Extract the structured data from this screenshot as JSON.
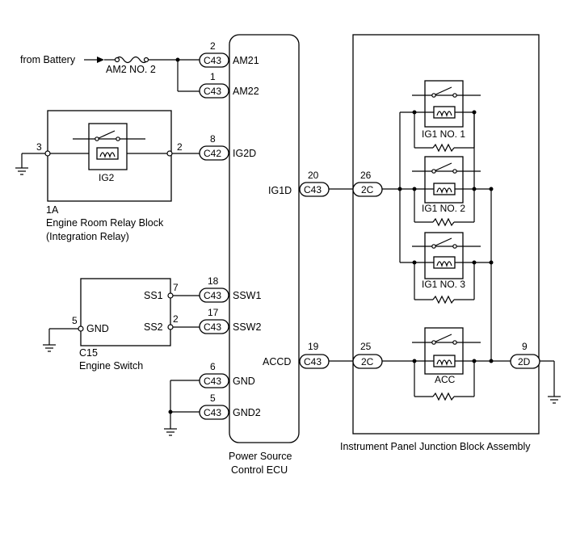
{
  "labels": {
    "from_battery": "from Battery",
    "am2_fuse": "AM2 NO. 2",
    "ig2": "IG2",
    "relay_block_id": "1A",
    "relay_block_name": "Engine Room Relay Block",
    "relay_block_sub": "(Integration Relay)",
    "switch_id": "C15",
    "switch_name": "Engine Switch",
    "ecu_line1": "Power Source",
    "ecu_line2": "Control ECU",
    "jb_name": "Instrument Panel Junction Block Assembly",
    "ig1_no1": "IG1 NO. 1",
    "ig1_no2": "IG1 NO. 2",
    "ig1_no3": "IG1 NO. 3",
    "acc": "ACC"
  },
  "connectors": {
    "am21": {
      "pin": "2",
      "conn": "C43",
      "terminal": "AM21"
    },
    "am22": {
      "pin": "1",
      "conn": "C43",
      "terminal": "AM22"
    },
    "ig2d": {
      "pin": "8",
      "conn": "C42",
      "terminal": "IG2D"
    },
    "ssw1": {
      "pin": "18",
      "conn": "C43",
      "terminal": "SSW1"
    },
    "ssw2": {
      "pin": "17",
      "conn": "C43",
      "terminal": "SSW2"
    },
    "gnd": {
      "pin": "6",
      "conn": "C43",
      "terminal": "GND"
    },
    "gnd2": {
      "pin": "5",
      "conn": "C43",
      "terminal": "GND2"
    },
    "ig1d": {
      "pin": "20",
      "conn": "C43",
      "terminal": "IG1D"
    },
    "accd": {
      "pin": "19",
      "conn": "C43",
      "terminal": "ACCD"
    },
    "jb_ig": {
      "pin": "26",
      "conn": "2C"
    },
    "jb_acc": {
      "pin": "25",
      "conn": "2C"
    },
    "jb_out": {
      "pin": "9",
      "conn": "2D"
    }
  },
  "relay_pins": {
    "left": "3",
    "right": "2"
  },
  "switch_pins": {
    "ss1_label": "SS1",
    "ss1_pin": "7",
    "ss2_label": "SS2",
    "ss2_pin": "2",
    "gnd_label": "GND",
    "gnd_pin": "5"
  }
}
